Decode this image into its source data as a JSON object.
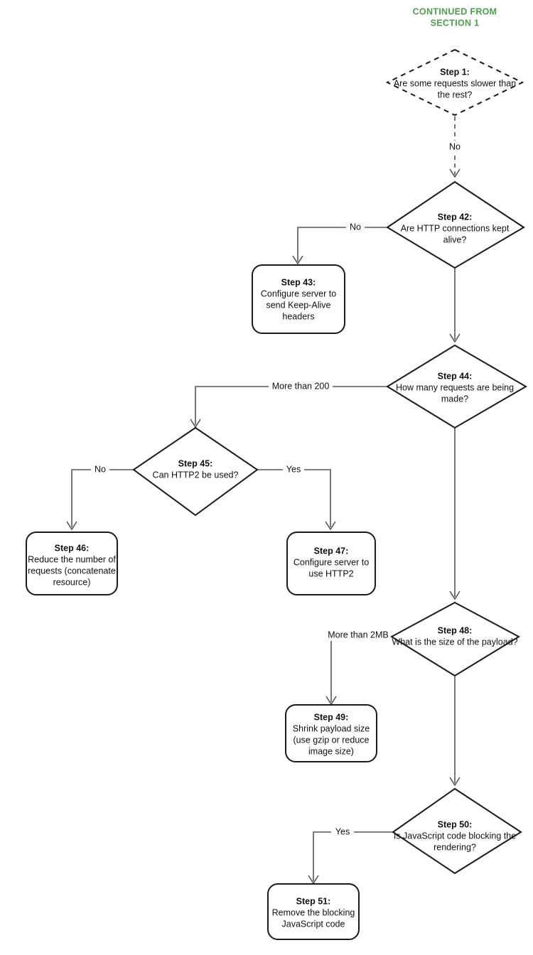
{
  "header": {
    "line1": "CONTINUED FROM",
    "line2": "SECTION 1",
    "color": "#4f9e4f"
  },
  "theme": {
    "node_stroke": "#1a1a1a",
    "node_fill": "#ffffff",
    "edge_stroke": "#555555",
    "text_color": "#111111",
    "background": "#ffffff"
  },
  "nodes": {
    "step1": {
      "shape": "diamond-dashed",
      "title": "Step 1:",
      "line1": "Are some requests slower than",
      "line2": "the rest?"
    },
    "step42": {
      "shape": "diamond",
      "title": "Step 42:",
      "line1": "Are HTTP connections kept",
      "line2": "alive?"
    },
    "step43": {
      "shape": "rounded-rect",
      "title": "Step 43:",
      "line1": "Configure server to",
      "line2": "send Keep-Alive",
      "line3": "headers"
    },
    "step44": {
      "shape": "diamond",
      "title": "Step 44:",
      "line1": "How many requests are being",
      "line2": "made?"
    },
    "step45": {
      "shape": "diamond",
      "title": "Step 45:",
      "line1": "Can HTTP2 be used?"
    },
    "step46": {
      "shape": "rounded-rect",
      "title": "Step 46:",
      "line1": "Reduce the number of",
      "line2": "requests (concatenate",
      "line3": "resource)"
    },
    "step47": {
      "shape": "rounded-rect",
      "title": "Step 47:",
      "line1": "Configure server to",
      "line2": "use HTTP2"
    },
    "step48": {
      "shape": "diamond",
      "title": "Step 48:",
      "line1": "What is the size of the payload?"
    },
    "step49": {
      "shape": "rounded-rect",
      "title": "Step 49:",
      "line1": "Shrink payload size",
      "line2": "(use gzip or reduce",
      "line3": "image size)"
    },
    "step50": {
      "shape": "diamond",
      "title": "Step 50:",
      "line1": "Is JavaScript code blocking the",
      "line2": "rendering?"
    },
    "step51": {
      "shape": "rounded-rect",
      "title": "Step 51:",
      "line1": "Remove the blocking",
      "line2": "JavaScript code"
    }
  },
  "edges": {
    "e_step1_step42": {
      "label": "No",
      "style": "dashed"
    },
    "e_step42_step43": {
      "label": "No",
      "style": "solid"
    },
    "e_step42_step44": {
      "label": "",
      "style": "solid"
    },
    "e_step44_step45": {
      "label": "More than 200",
      "style": "solid"
    },
    "e_step44_step48": {
      "label": "",
      "style": "solid"
    },
    "e_step45_step46": {
      "label": "No",
      "style": "solid"
    },
    "e_step45_step47": {
      "label": "Yes",
      "style": "solid"
    },
    "e_step48_step49": {
      "label": "More than 2MB",
      "style": "solid"
    },
    "e_step48_step50": {
      "label": "",
      "style": "solid"
    },
    "e_step50_step51": {
      "label": "Yes",
      "style": "solid"
    }
  }
}
